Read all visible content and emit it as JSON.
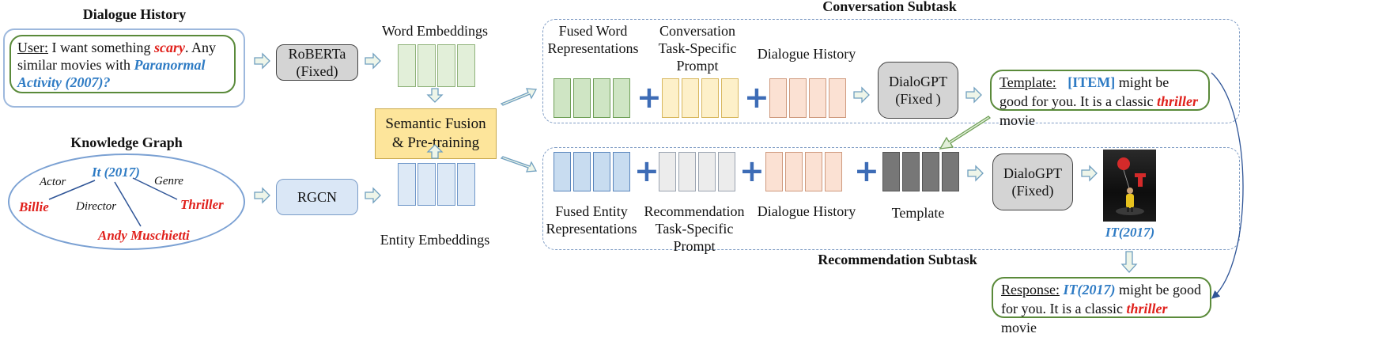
{
  "dialogue_history": {
    "title": "Dialogue History",
    "user_label": "User:",
    "text_1": " I want something ",
    "scary": "scary",
    "text_2": ". Any similar movies with ",
    "movie": "Paranormal Activity (2007)?"
  },
  "knowledge_graph": {
    "title": "Knowledge Graph",
    "center": "It (2017)",
    "actor_rel": "Actor",
    "genre_rel": "Genre",
    "director_rel": "Director",
    "actor": "Billie",
    "genre": "Thriller",
    "director": "Andy Muschietti"
  },
  "roberta": {
    "line1": "RoBERTa",
    "line2": "(Fixed)"
  },
  "rgcn": {
    "label": "RGCN"
  },
  "word_embeddings": "Word Embeddings",
  "entity_embeddings": "Entity Embeddings",
  "semantic_fusion": {
    "line1": "Semantic Fusion",
    "line2": "& Pre-training"
  },
  "conversation": {
    "title": "Conversation Subtask",
    "fused_label": "Fused Word Representations",
    "prompt_label": "Conversation Task-Specific Prompt",
    "history_label": "Dialogue History",
    "dialogpt_line1": "DialoGPT",
    "dialogpt_line2": "(Fixed )"
  },
  "template_bubble": {
    "label": "Template:",
    "item": "[ITEM]",
    "text_1": " might be good for you. It is a classic ",
    "genre": "thriller",
    "text_2": " movie"
  },
  "recommendation": {
    "title": "Recommendation Subtask",
    "fused_label": "Fused Entity Representations",
    "prompt_label": "Recommendation Task-Specific Prompt",
    "history_label": "Dialogue History",
    "template_label": "Template",
    "dialogpt_line1": "DialoGPT",
    "dialogpt_line2": "(Fixed)",
    "movie_caption": "IT(2017)"
  },
  "response_bubble": {
    "label": "Response:",
    "movie": "IT(2017)",
    "text_1": " might be good for you. It is a classic ",
    "genre": "thriller",
    "text_2": " movie"
  },
  "colors": {
    "green": "#cfe5c4",
    "green_border": "#6f9f57",
    "blue": "#c8dcf0",
    "blue_border": "#5b86bd",
    "yellow": "#fdf0c9",
    "yellow_border": "#d8b75e",
    "pink": "#fbe1d3",
    "pink_border": "#cf9a7e",
    "gray": "#777777",
    "word_green": "#e2efd9",
    "entity_blue": "#dde9f6",
    "fusion_fill": "#fde59b"
  }
}
